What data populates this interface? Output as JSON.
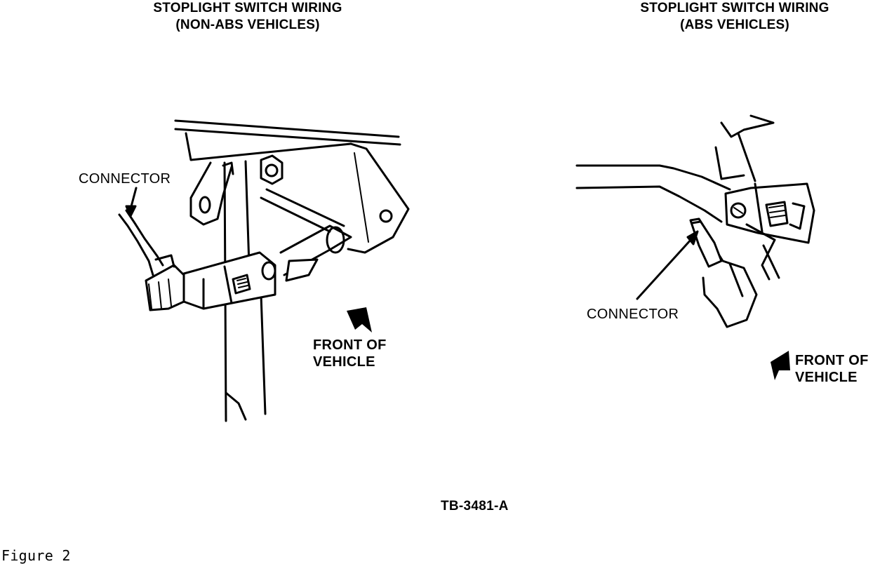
{
  "left_diagram": {
    "title_line1": "STOPLIGHT SWITCH WIRING",
    "title_line2": "(NON-ABS VEHICLES)",
    "connector_label": "CONNECTOR",
    "front_line1": "FRONT OF",
    "front_line2": "VEHICLE"
  },
  "right_diagram": {
    "title_line1": "STOPLIGHT SWITCH WIRING",
    "title_line2": "(ABS VEHICLES)",
    "connector_label": "CONNECTOR",
    "front_line1": "FRONT OF",
    "front_line2": "VEHICLE"
  },
  "tb_code": "TB-3481-A",
  "figure_caption": "Figure 2"
}
